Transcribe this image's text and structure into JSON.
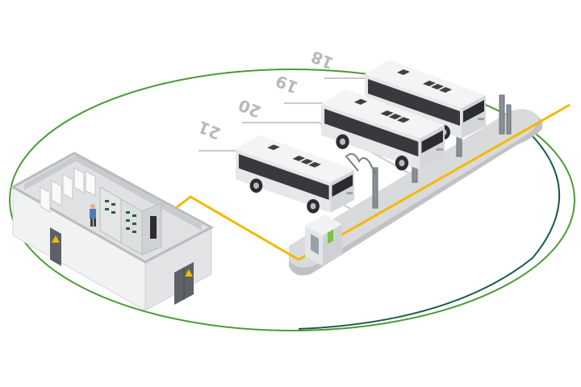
{
  "bays": [
    {
      "number": "18"
    },
    {
      "number": "19"
    },
    {
      "number": "20"
    },
    {
      "number": "21"
    }
  ],
  "colors": {
    "ring": "#4c9a3a",
    "ring_edge": "#1c5c4a",
    "power_line": "#f5b800",
    "platform": "#d8dadb",
    "bus_body": "#f3f4f4",
    "bus_band": "#37393c",
    "substation_wall": "#f1f2f2",
    "warning_sign": "#f5b800",
    "charger_accent": "#7ac143"
  },
  "icons": {
    "substation": "substation-building-icon",
    "warning": "high-voltage-warning-icon",
    "technician": "technician-figure-icon",
    "charger": "depot-charger-cabinet-icon",
    "pantograph": "pantograph-icon",
    "bus": "electric-bus-icon"
  }
}
